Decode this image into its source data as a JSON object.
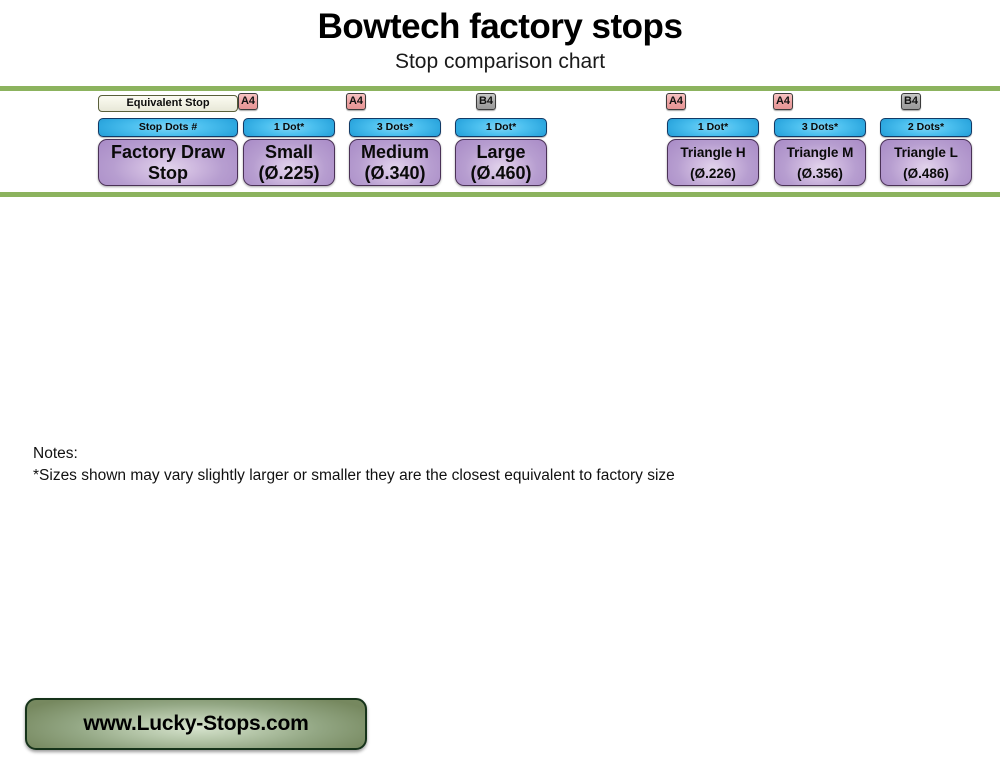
{
  "header": {
    "title": "Bowtech factory stops",
    "subtitle": "Stop comparison chart"
  },
  "colors": {
    "rule_green": "#8cb35e",
    "badge_a4": "#eda3a3",
    "badge_b4": "#a8a8a8",
    "bar_blue": "#2fa9e0",
    "card_purple": "#b79ed0",
    "footer_green": "#93a784"
  },
  "chart_data": {
    "type": "table",
    "title": "Bowtech factory stops",
    "subtitle": "Stop comparison chart",
    "row_labels": [
      "Equivalent Stop",
      "Stop Dots #",
      "Factory Draw Stop"
    ],
    "columns": [
      {
        "group": "legend",
        "badge": "",
        "dots": "Stop Dots #",
        "header": "Equivalent Stop",
        "name_line1": "Factory Draw",
        "name_line2": "Stop",
        "diameter": ""
      },
      {
        "group": "round",
        "badge": "A4",
        "dots": "1 Dot*",
        "name_line1": "Small",
        "name_line2": "(Ø.225)",
        "diameter": 0.225
      },
      {
        "group": "round",
        "badge": "A4",
        "dots": "3 Dots*",
        "name_line1": "Medium",
        "name_line2": "(Ø.340)",
        "diameter": 0.34
      },
      {
        "group": "round",
        "badge": "B4",
        "dots": "1 Dot*",
        "name_line1": "Large",
        "name_line2": "(Ø.460)",
        "diameter": 0.46
      },
      {
        "group": "triangle",
        "badge": "A4",
        "dots": "1 Dot*",
        "name_line1": "Triangle H",
        "name_line2": "(Ø.226)",
        "diameter": 0.226
      },
      {
        "group": "triangle",
        "badge": "A4",
        "dots": "3 Dots*",
        "name_line1": "Triangle M",
        "name_line2": "(Ø.356)",
        "diameter": 0.356
      },
      {
        "group": "triangle",
        "badge": "B4",
        "dots": "2 Dots*",
        "name_line1": "Triangle L",
        "name_line2": "(Ø.486)",
        "diameter": 0.486
      }
    ]
  },
  "notes": {
    "heading": "Notes:",
    "line1": "*Sizes shown may vary slightly larger or smaller they are the closest equivalent to factory size"
  },
  "footer": {
    "url": "www.Lucky-Stops.com"
  }
}
